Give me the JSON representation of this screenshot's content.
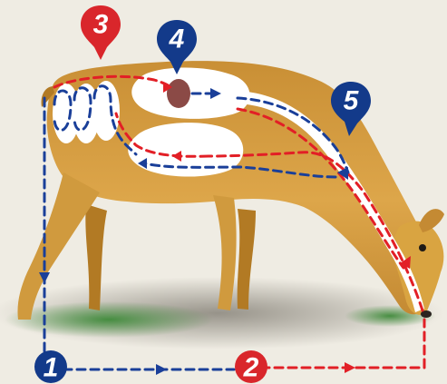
{
  "colors": {
    "background": "#efece3",
    "deer_body": "#d9a441",
    "deer_shade": "#b27a24",
    "grass": "#3f8a3a",
    "stomach": "#ffffff",
    "rumen_mass": "#8b4a46",
    "path_red": "#e21f26",
    "path_blue": "#1a3f99",
    "badge_red": "#d9262b",
    "badge_blue": "#133a8a"
  },
  "markers": [
    {
      "label": "1",
      "color": "blue"
    },
    {
      "label": "2",
      "color": "red"
    },
    {
      "label": "3",
      "color": "red"
    },
    {
      "label": "4",
      "color": "blue"
    },
    {
      "label": "5",
      "color": "blue"
    }
  ]
}
